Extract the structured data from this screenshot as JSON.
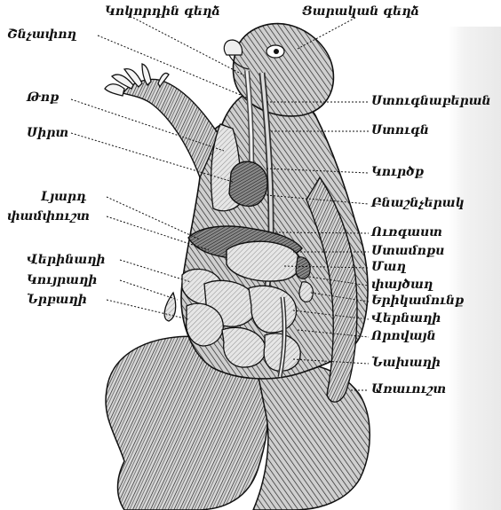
{
  "labels_top": [
    {
      "id": "top-left",
      "text": "Կոկորդին գեղձ"
    },
    {
      "id": "top-right",
      "text": "Ցարական գեղձ"
    }
  ],
  "labels_left": [
    {
      "id": "l1",
      "text": "Շնչափող"
    },
    {
      "id": "l2",
      "text": "Թոք"
    },
    {
      "id": "l3",
      "text": "Սիրտ"
    },
    {
      "id": "l4",
      "text": "Լյարդ"
    },
    {
      "id": "l5",
      "text": "փամփուշտ"
    },
    {
      "id": "l6",
      "text": "Վերինաղի"
    },
    {
      "id": "l7",
      "text": "Կույրաղի"
    },
    {
      "id": "l8",
      "text": "Նրբաղի"
    }
  ],
  "labels_right": [
    {
      "id": "r1",
      "text": "Ստուգնաբերան"
    },
    {
      "id": "r2",
      "text": "Ստուգն"
    },
    {
      "id": "r3",
      "text": "Կուրծք"
    },
    {
      "id": "r4",
      "text": "Բնաշնչերակ"
    },
    {
      "id": "r5",
      "text": "Ուռգաստ"
    },
    {
      "id": "r6",
      "text": "Ստամոքս"
    },
    {
      "id": "r7",
      "text": "Մաղ"
    },
    {
      "id": "r8",
      "text": "փայծաղ"
    },
    {
      "id": "r9",
      "text": "Երիկամունք"
    },
    {
      "id": "r10",
      "text": "Վերնաղի"
    },
    {
      "id": "r11",
      "text": "Որովայն"
    },
    {
      "id": "r12",
      "text": "Նախաղի"
    },
    {
      "id": "r13",
      "text": "Առաւուշտ"
    }
  ]
}
